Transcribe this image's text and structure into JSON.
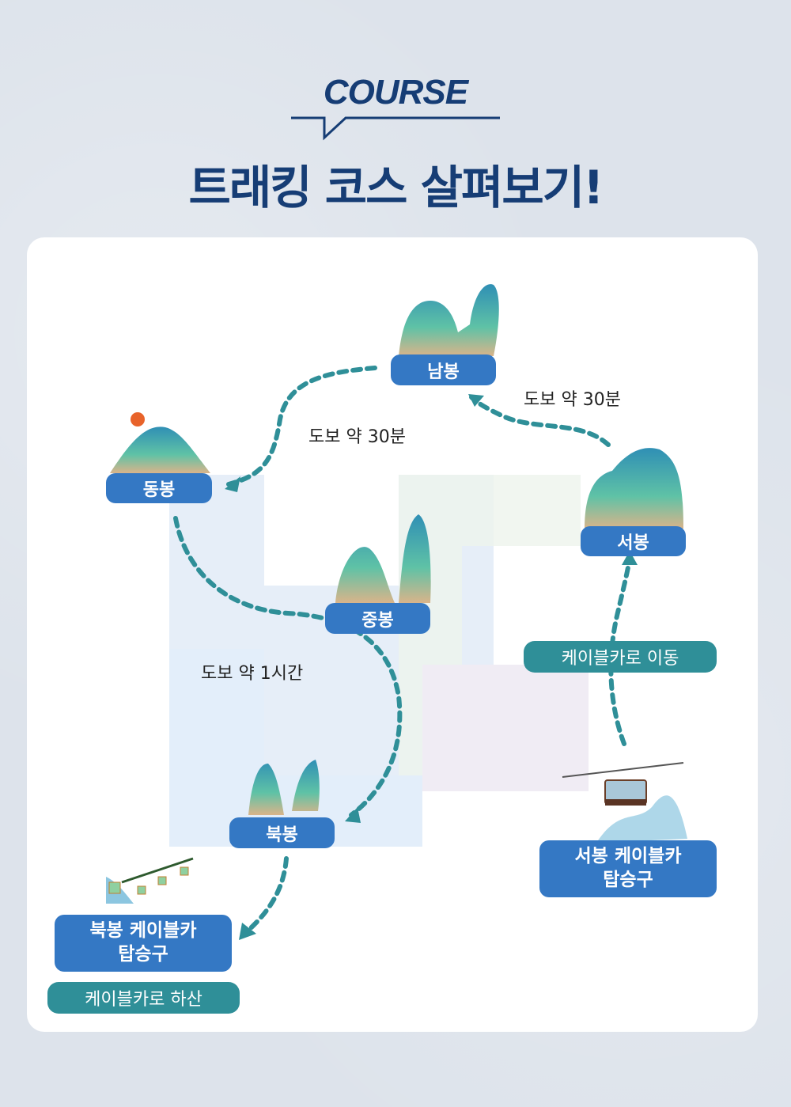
{
  "header": {
    "kicker": "COURSE",
    "title": "트래킹 코스 살펴보기!"
  },
  "peaks": {
    "south": "남봉",
    "east": "동봉",
    "middle": "중봉",
    "west": "서봉",
    "north": "북봉"
  },
  "stations": {
    "west_cable": "서봉 케이블카\n탑승구",
    "west_cable_line1": "서봉 케이블카",
    "west_cable_line2": "탑승구",
    "north_cable_line1": "북봉 케이블카",
    "north_cable_line2": "탑승구"
  },
  "transit": {
    "cable_move": "케이블카로 이동",
    "cable_descend": "케이블카로 하산"
  },
  "walk_times": {
    "west_to_south": "도보 약 30분",
    "south_to_east": "도보 약 30분",
    "east_to_north": "도보 약 1시간"
  },
  "colors": {
    "navy": "#163d75",
    "pill_blue": "#3478c4",
    "teal": "#2f8f98"
  }
}
